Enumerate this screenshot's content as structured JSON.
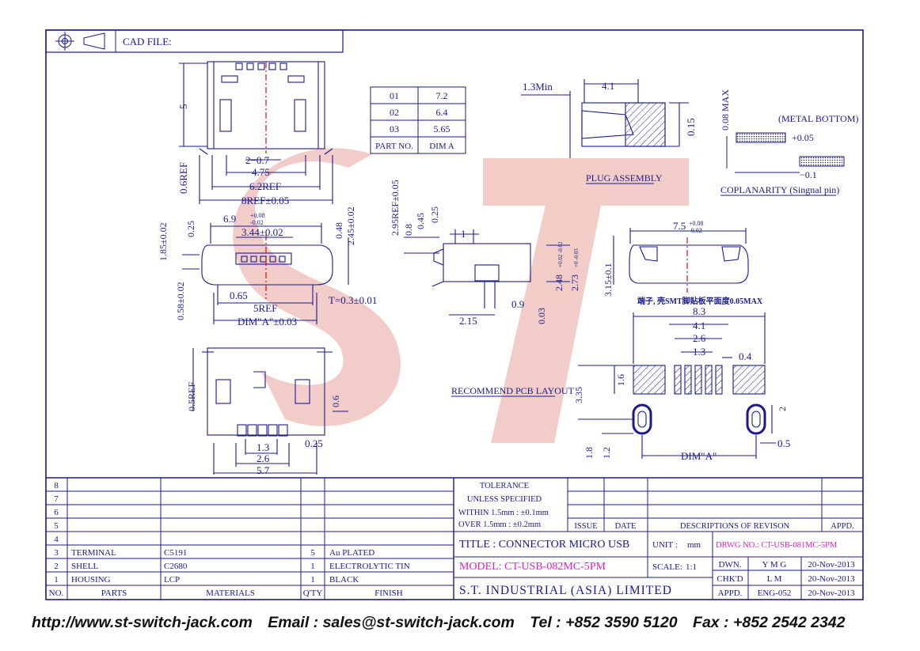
{
  "header": {
    "cad_label": "CAD FILE:"
  },
  "dim_table": {
    "rows": [
      {
        "part": "01",
        "dim": "7.2"
      },
      {
        "part": "02",
        "dim": "6.4"
      },
      {
        "part": "03",
        "dim": "5.65"
      }
    ],
    "headers": {
      "part": "PART NO.",
      "dim": "DIM A"
    }
  },
  "watermark": {
    "text": "ST",
    "color": "#e8a39b"
  },
  "dims_top": {
    "d5": "5",
    "d2_0_7": "2−0.7",
    "d4_75": "4.75",
    "d6_2": "6.2REF",
    "d8": "8REF±0.05",
    "d0_6ref": "0.6REF"
  },
  "dims_front": {
    "d6_9": "6.9",
    "d6_9_tol_up": "+0.08",
    "d6_9_tol_dn": "-0.02",
    "d3_44": "3.44±0.02",
    "d1_85": "1.85±0.02",
    "d0_25": "0.25",
    "d0_48": "0.48",
    "d2_45": "2.45±0.02",
    "d0_58": "0.58±0.02",
    "d0_65": "0.65",
    "d5ref": "5REF",
    "t": "T=0.3±0.01",
    "dim_a": "DIM\"A\"±0.03"
  },
  "dims_side": {
    "d2_95": "2.95REF±0.05",
    "d0_8": "0.8",
    "d0_45": "0.45",
    "d0_25": "0.25",
    "d1": "1",
    "d2_48": "2.48",
    "d2_48_tol": "+0.02 -0.02",
    "d2_73": "2.73",
    "d2_73_tol": "+0 -0.03",
    "d2_15": "2.15",
    "d0_9": "0.9",
    "d0_03": "0.03"
  },
  "dims_bottom": {
    "d0_5ref": "0.5REF",
    "d0_6": "0.6",
    "d1_3": "1.3",
    "d0_25": "0.25",
    "d2_6": "2.6",
    "d5_7": "5.7"
  },
  "plug": {
    "d1_3min": "1.3Min",
    "d4_1": "4.1",
    "d0_15": "0.15",
    "label": "PLUG ASSEMBLY"
  },
  "coplanarity": {
    "d0_08max": "0.08 MAX",
    "metal_bottom": "(METAL BOTTOM)",
    "plus": "+0.05",
    "minus": "−0.1",
    "label": "COPLANARITY (Singnal pin)"
  },
  "front_right": {
    "d7_5": "7.5",
    "d7_5_tol_up": "+0.08",
    "d7_5_tol_dn": "-0.02",
    "d3_15": "3.15±0.1",
    "note": "端子, 壳SMT脚贴板平面度0.05MAX"
  },
  "pcb": {
    "label": "RECOMMEND PCB LAYOUT",
    "d8_3": "8.3",
    "d4_1": "4.1",
    "d2_6": "2.6",
    "d1_3": "1.3",
    "d0_4": "0.4",
    "d1_6": "1.6",
    "d3_35": "3.35",
    "d2": "2",
    "d1_8": "1.8",
    "d1_2": "1.2",
    "d0_5": "0.5",
    "dim_a": "DIM\"A\""
  },
  "bom": {
    "empty_rows": [
      "8",
      "7",
      "6",
      "5",
      "4"
    ],
    "rows": [
      {
        "no": "3",
        "parts": "TERMINAL",
        "material": "C5191",
        "qty": "5",
        "finish": "Au PLATED"
      },
      {
        "no": "2",
        "parts": "SHELL",
        "material": "C2680",
        "qty": "1",
        "finish": "ELECTROLYTIC TIN"
      },
      {
        "no": "1",
        "parts": "HOUSING",
        "material": "LCP",
        "qty": "1",
        "finish": "BLACK"
      }
    ],
    "headers": {
      "no": "NO.",
      "parts": "PARTS",
      "material": "MATERIALS",
      "qty": "Q'TY",
      "finish": "FINISH"
    }
  },
  "title_block": {
    "tolerance": "TOLERANCE",
    "unless": "UNLESS  SPECIFIED",
    "within": "WITHIN  1.5mm : ±0.1mm",
    "over": "OVER   1.5mm : ±0.2mm",
    "issue": "ISSUE",
    "date": "DATE",
    "descriptions": "DESCRIPTIONS OF REVISON",
    "appd": "APPD.",
    "title": "TITLE : CONNECTOR MICRO USB",
    "unit_label": "UNIT :",
    "unit": "mm",
    "drwg_no": "DRWG NO.: CT-USB-081MC-5PM",
    "model": "MODEL: CT-USB-082MC-5PM",
    "scale_label": "SCALE:",
    "scale": "1:1",
    "dwn_label": "DWN.",
    "dwn": "Y M G",
    "dwn_date": "20-Nov-2013",
    "chkd_label": "CHK'D",
    "chkd": "L M",
    "chkd_date": "20-Nov-2013",
    "company": "S.T. INDUSTRIAL (ASIA) LIMITED",
    "appd_label": "APPD.",
    "appd_val": "ENG-052",
    "appd_date": "20-Nov-2013",
    "highlight_color": "#e020c0"
  },
  "footer": {
    "url": "http://www.st-switch-jack.com",
    "email": "Email : sales@st-switch-jack.com",
    "tel": "Tel : +852 3590 5120",
    "fax": "Fax : +852 2542 2342"
  }
}
